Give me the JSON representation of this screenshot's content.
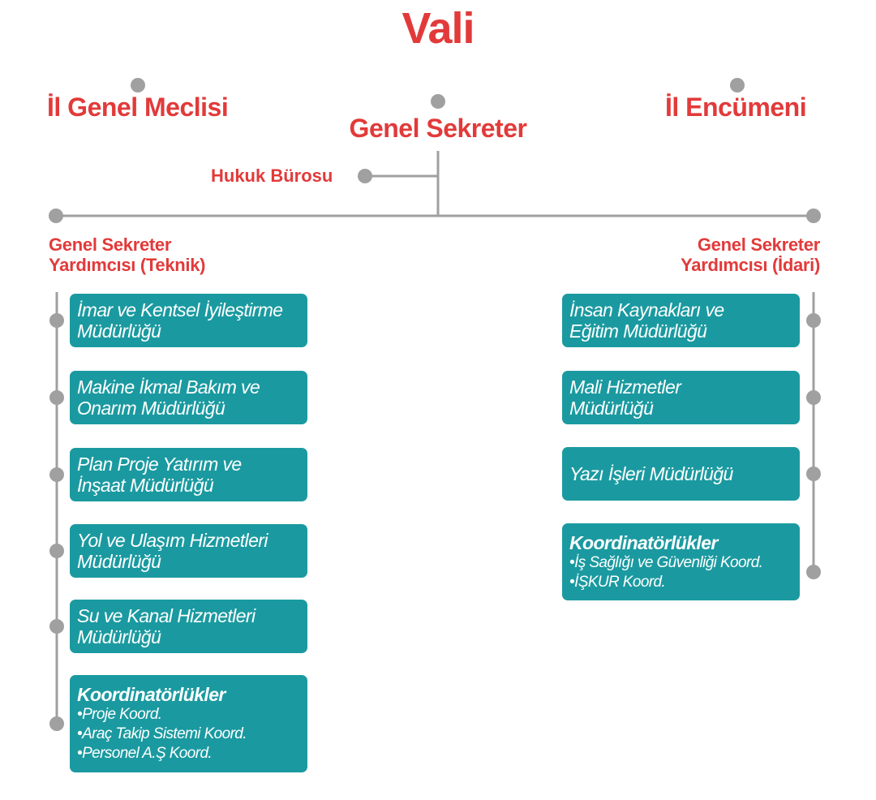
{
  "top": {
    "vali": "Vali",
    "il_genel_meclisi": "İl Genel Meclisi",
    "genel_sekreter": "Genel Sekreter",
    "il_encumeni": "İl Encümeni",
    "hukuk_burosu": "Hukuk Bürosu"
  },
  "left": {
    "header_line1": "Genel Sekreter",
    "header_line2": "Yardımcısı (Teknik)",
    "units": [
      {
        "line1": "İmar ve Kentsel İyileştirme",
        "line2": "Müdürlüğü"
      },
      {
        "line1": "Makine İkmal Bakım ve",
        "line2": "Onarım Müdürlüğü"
      },
      {
        "line1": "Plan Proje Yatırım ve",
        "line2": "İnşaat Müdürlüğü"
      },
      {
        "line1": "Yol ve Ulaşım Hizmetleri",
        "line2": "Müdürlüğü"
      },
      {
        "line1": "Su ve Kanal Hizmetleri",
        "line2": "Müdürlüğü"
      }
    ],
    "coordination": {
      "title": "Koordinatörlükler",
      "items": [
        "Proje Koord.",
        "Araç Takip Sistemi Koord.",
        "Personel A.Ş Koord."
      ]
    }
  },
  "right": {
    "header_line1": "Genel Sekreter",
    "header_line2": "Yardımcısı (İdari)",
    "units": [
      {
        "line1": "İnsan Kaynakları ve",
        "line2": "Eğitim Müdürlüğü"
      },
      {
        "line1": "Mali Hizmetler",
        "line2": "Müdürlüğü"
      },
      {
        "line1": "Yazı İşleri Müdürlüğü",
        "line2": ""
      }
    ],
    "coordination": {
      "title": "Koordinatörlükler",
      "items": [
        "İş Sağlığı ve Güvenliği Koord.",
        "İŞKUR Koord."
      ]
    }
  },
  "colors": {
    "title_red": "#e23a3a",
    "box_teal": "#1a9aa0",
    "connector_gray": "#9a9a9a"
  }
}
